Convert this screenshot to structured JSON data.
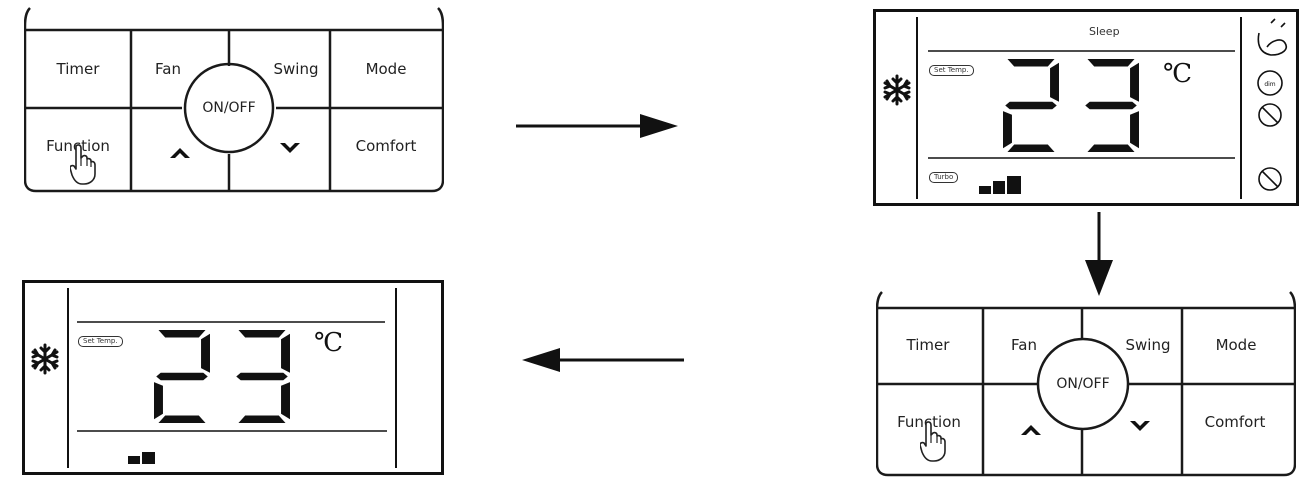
{
  "keypad": {
    "timer": "Timer",
    "fan": "Fan",
    "swing": "Swing",
    "mode": "Mode",
    "onoff": "ON/OFF",
    "function": "Function",
    "comfort": "Comfort",
    "up_icon": "up-arrow-icon",
    "down_icon": "down-arrow-icon",
    "hand_icon": "pointing-hand-icon"
  },
  "display_full": {
    "sleep": "Sleep",
    "set_temp": "Set Temp.",
    "temp": "23",
    "unit": "℃",
    "turbo": "Turbo",
    "mode_icon": "snowflake-icon",
    "side_icons": [
      "swing-icon",
      "dim-icon",
      "no-mosquito-icon",
      "no-sound-icon"
    ]
  },
  "display_min": {
    "set_temp": "Set Temp.",
    "temp": "23",
    "unit": "℃",
    "mode_icon": "snowflake-icon"
  },
  "arrows": [
    "arrow-right",
    "arrow-down",
    "arrow-left"
  ]
}
